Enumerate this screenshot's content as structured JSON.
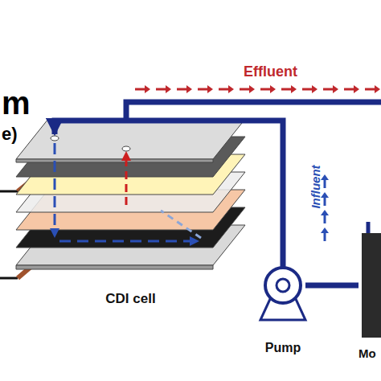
{
  "diagram": {
    "nodes": [
      {
        "text": [
          "CDI cell"
        ]
      },
      {
        "text": [
          "Pump"
        ]
      },
      {
        "text": [
          "Mo"
        ]
      }
    ],
    "edges": [
      {
        "from": 1,
        "to": 0,
        "arrow": "to"
      },
      {
        "from": 1,
        "to": 2,
        "arrow": "none"
      }
    ],
    "labels": [
      "m",
      "e)",
      "Effluent",
      "Influent"
    ]
  }
}
